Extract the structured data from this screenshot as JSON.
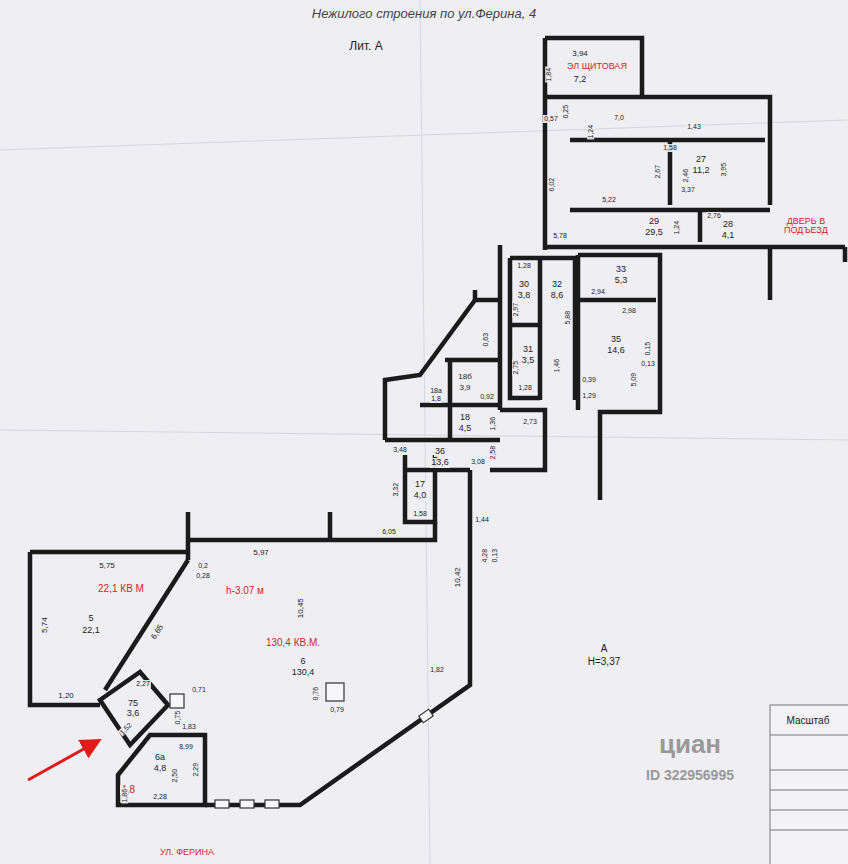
{
  "diagram": {
    "title": "Нежилого строения по ул.Ферина, 4",
    "labels": [
      "Лит. А",
      "3,94",
      "ЭЛ ЩИТОВАЯ",
      "7,2",
      "1,84",
      "0,57",
      "0,25",
      "7,0",
      "1,43",
      "1,24",
      "1,58",
      "27",
      "11,2",
      "2,67",
      "2,46",
      "3,37",
      "3,95",
      "6,02",
      "5,22",
      "2,76",
      "29",
      "29,5",
      "1,24",
      "28",
      "4,1",
      "5,78",
      "ДВЕРЬ В ПОДЪЕЗД",
      "1,28",
      "30",
      "3,8",
      "32",
      "8,6",
      "2,94",
      "33",
      "5,3",
      "2,98",
      "2,97",
      "5,88",
      "35",
      "14,6",
      "0,15",
      "0,13",
      "2,75",
      "31",
      "3,5",
      "1,28",
      "1,46",
      "0,39",
      "5,09",
      "1,29",
      "0,63",
      "18б",
      "3,9",
      "18а",
      "1,8",
      "0,92",
      "18",
      "4,5",
      "1,36",
      "2,73",
      "2,58",
      "3,08",
      "3,48",
      "36",
      "13,6",
      "3,32",
      "17",
      "4,0",
      "1,58",
      "6,05",
      "1,44",
      "4,28",
      "0,13",
      "5,75",
      "5,97",
      "0,2",
      "0,28",
      "10,45",
      "10,42",
      "22,1 КВ М",
      "h-3.07 м",
      "5,74",
      "5",
      "22,1",
      "6,65",
      "130,4 КВ.М.",
      "6",
      "130,4",
      "А",
      "Н=3,37",
      "0,79",
      "1,82",
      "1,20",
      "2,27",
      "0,71",
      "75",
      "3,6",
      "0,76",
      "0,75",
      "1,83",
      "1,52",
      "8,99",
      "6а",
      "4,8",
      "4,8",
      "2,50",
      "2,29",
      "1,86",
      "2,28",
      "УЛ. ФЕРИНА",
      "Масштаб",
      "циан",
      "ID 322956995"
    ]
  }
}
